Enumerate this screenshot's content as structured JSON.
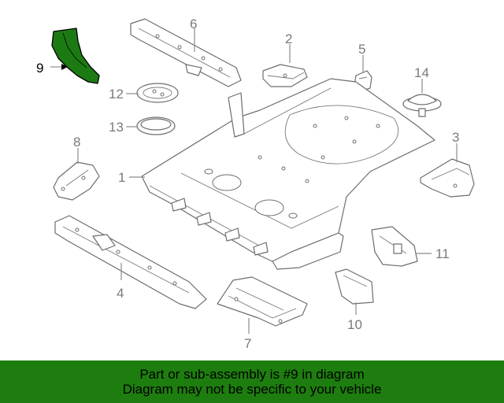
{
  "diagram": {
    "callouts": [
      {
        "id": "1",
        "label": "1"
      },
      {
        "id": "2",
        "label": "2"
      },
      {
        "id": "3",
        "label": "3"
      },
      {
        "id": "4",
        "label": "4"
      },
      {
        "id": "5",
        "label": "5"
      },
      {
        "id": "6",
        "label": "6"
      },
      {
        "id": "7",
        "label": "7"
      },
      {
        "id": "8",
        "label": "8"
      },
      {
        "id": "9",
        "label": "9"
      },
      {
        "id": "10",
        "label": "10"
      },
      {
        "id": "11",
        "label": "11"
      },
      {
        "id": "12",
        "label": "12"
      },
      {
        "id": "13",
        "label": "13"
      },
      {
        "id": "14",
        "label": "14"
      }
    ],
    "highlighted_part": "9",
    "highlight_color": "#1e7d0f",
    "line_color": "#6e6e6e"
  },
  "banner": {
    "line1": "Part or sub-assembly is #9 in diagram",
    "line2": "Diagram may not be specific to your vehicle",
    "background": "#1e7d0f"
  }
}
